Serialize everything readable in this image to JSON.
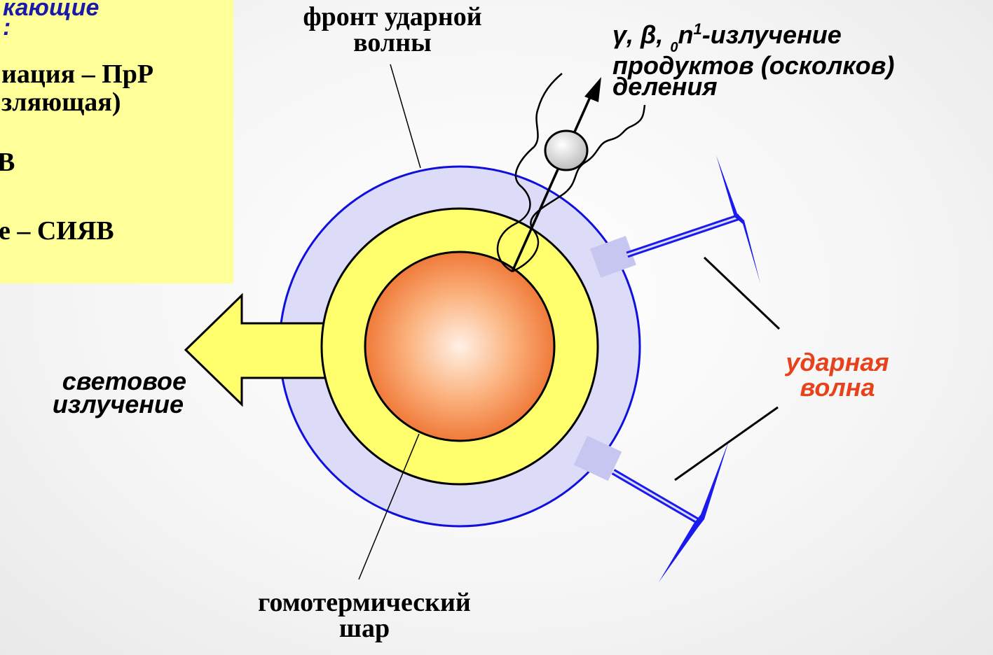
{
  "legend_box": {
    "heading_line1": "кающие",
    "heading_line2": ":",
    "item1_line1": "иация – ПрР",
    "item1_line2": "зляющая)",
    "item2": "В",
    "item3": "е – СИЯВ"
  },
  "labels": {
    "shock_front": [
      "фронт ударной",
      "волны"
    ],
    "radiation_symbols": "γ, β,",
    "radiation_neutron": "n",
    "radiation_sub": "0",
    "radiation_sup": "1",
    "radiation_suffix": "-излучение",
    "radiation_line2": "продуктов (осколков)",
    "radiation_line3": "деления",
    "light_emission": [
      "световое",
      "излучение"
    ],
    "shock_wave": [
      "ударная",
      "волна"
    ],
    "homothermal_sphere": [
      "гомотермический",
      "шар"
    ]
  },
  "colors": {
    "legend_bg": "#ffff99",
    "legend_heading": "#1a1aa6",
    "outer_ring_fill": "#dcdcf8",
    "outer_ring_stroke": "#1010dd",
    "middle_ring_fill": "#ffff6e",
    "core_center": "#fff1e6",
    "core_edge": "#f07a3a",
    "arrow_fill": "#ffff6e",
    "shock_arrow": "#1a1aee",
    "shock_label": "#e8421c"
  }
}
